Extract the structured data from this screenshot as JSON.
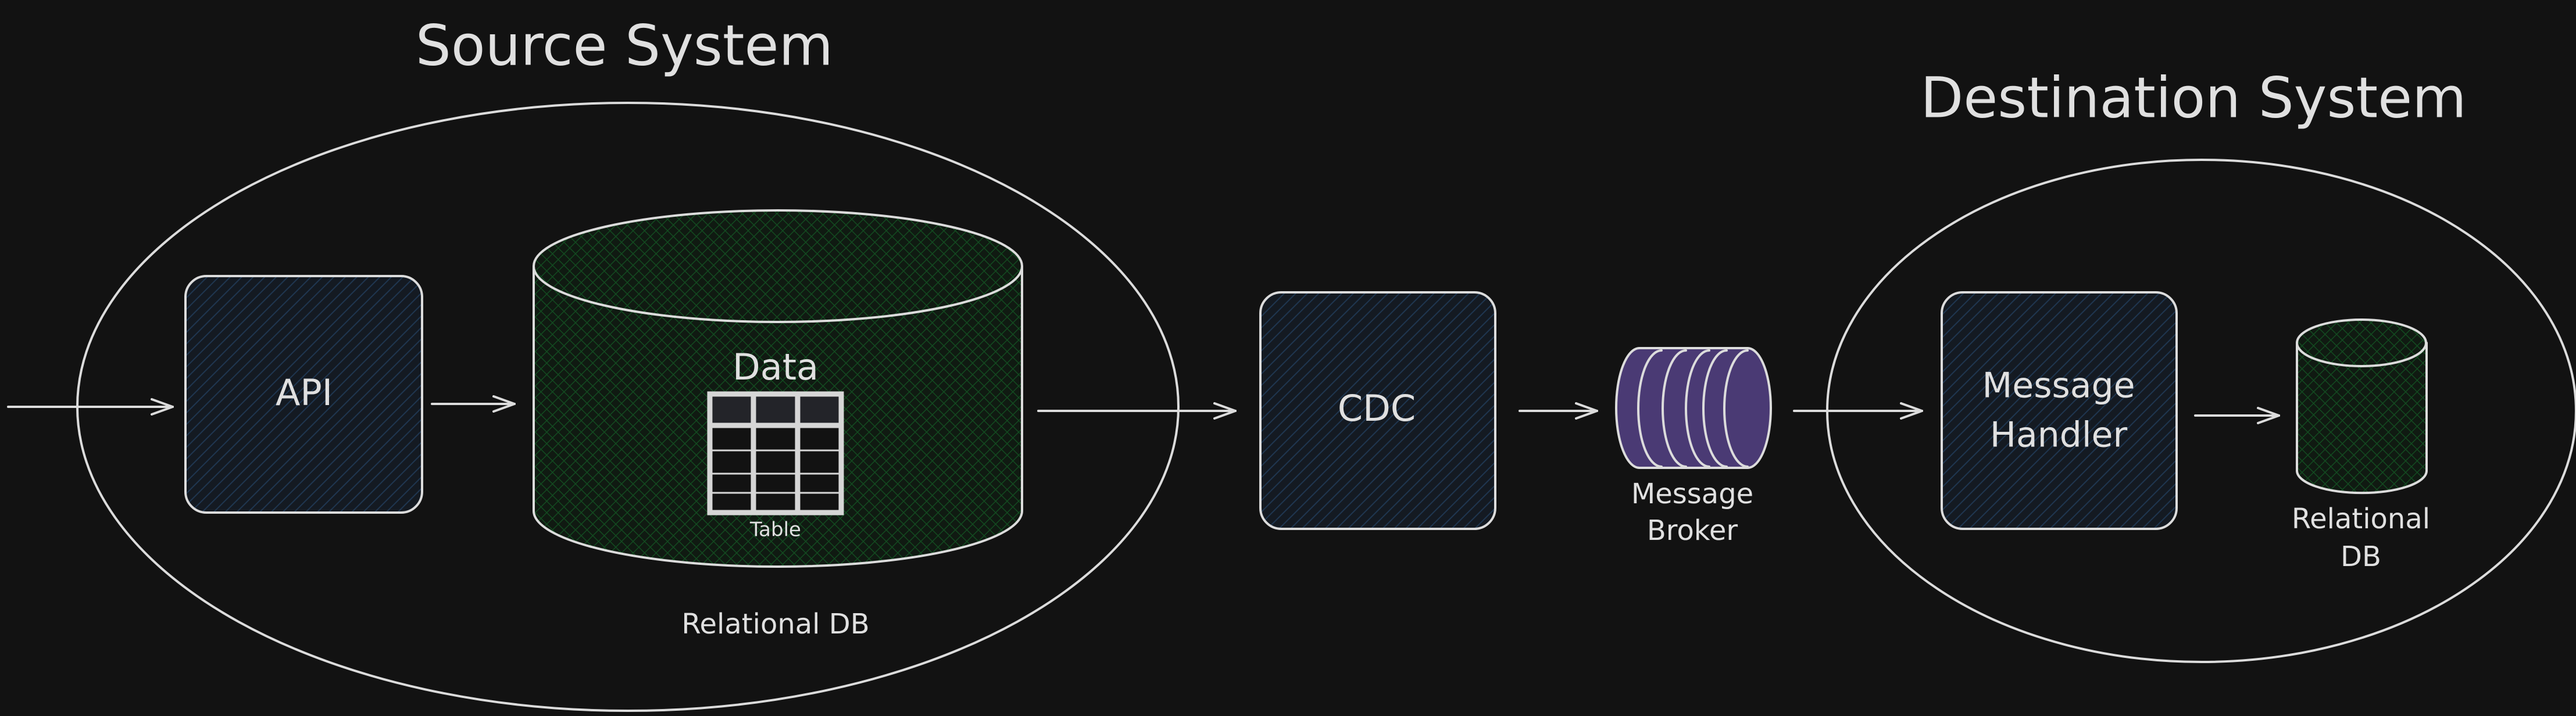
{
  "source_system": {
    "title": "Source System",
    "api": {
      "label": "API"
    },
    "database": {
      "title": "Data",
      "table_label": "Table",
      "caption": "Relational DB"
    }
  },
  "cdc": {
    "label": "CDC"
  },
  "message_broker": {
    "line1": "Message",
    "line2": "Broker"
  },
  "destination_system": {
    "title": "Destination System",
    "handler": {
      "line1": "Message",
      "line2": "Handler"
    },
    "database": {
      "line1": "Relational",
      "line2": "DB"
    }
  },
  "colors": {
    "background": "#121212",
    "stroke": "#dcdcdc",
    "service_fill": "#1b2a3b",
    "database_fill": "#0d3a18",
    "broker_fill": "#4a3a74"
  }
}
